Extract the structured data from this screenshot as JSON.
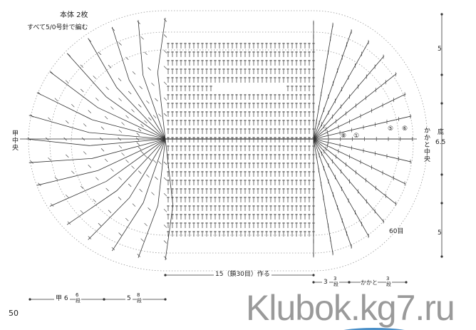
{
  "title": "本体 2枚",
  "subtitle": "すべて5/0号針で編む",
  "left_center_label": "甲中央",
  "right_center_label": "かかと中央",
  "bottom_label": {
    "text": "底",
    "value": "6.5"
  },
  "right_dimensions": [
    "5",
    "5"
  ],
  "stitch_count_label": "60目",
  "row_markers": [
    "⑤",
    "⑥",
    "⑧",
    "①"
  ],
  "chain_label": "15（鎖30目）作る",
  "bottom_sections": [
    {
      "label": "甲 6",
      "rows": "6段"
    },
    {
      "label": "5",
      "rows": "8段"
    },
    {
      "label": "3",
      "rows": "3段"
    },
    {
      "label": "かかと",
      "rows": "3段"
    }
  ],
  "page_number": "50",
  "watermark": "Klubok.kg7.ru",
  "colors": {
    "ink": "#333333",
    "dotted": "#999999",
    "watermark": "#9a9a9a"
  }
}
